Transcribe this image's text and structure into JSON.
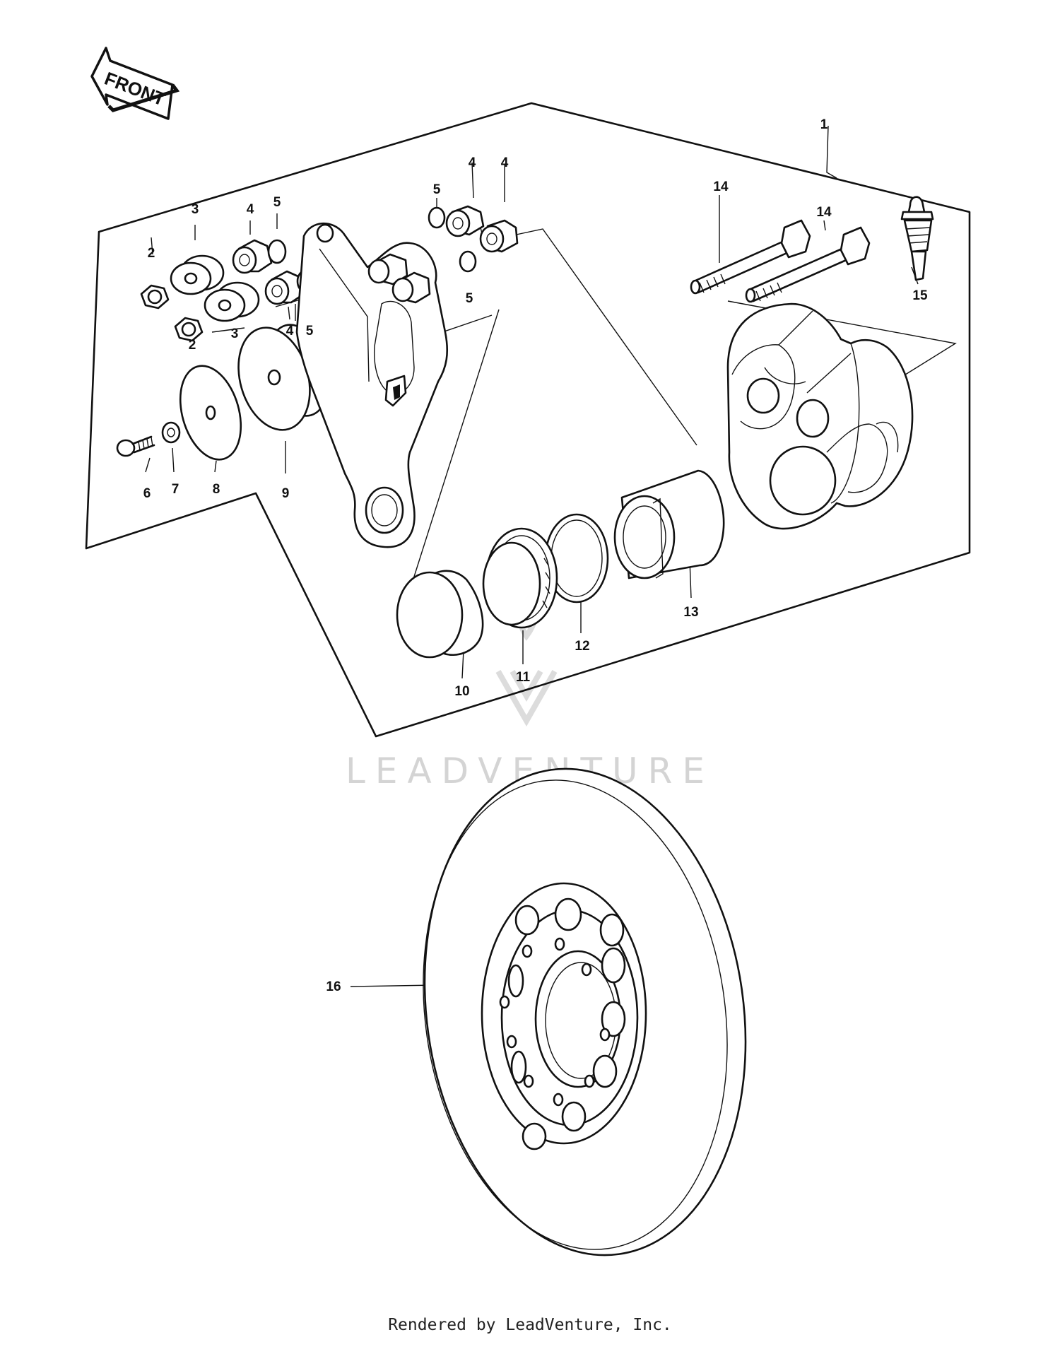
{
  "arrow": {
    "text": "FRONT"
  },
  "watermark": {
    "text": "LEADVENTURE"
  },
  "footer": {
    "credit": "Rendered by LeadVenture, Inc."
  },
  "callouts": {
    "c1": "1",
    "c2a": "2",
    "c2b": "2",
    "c3a": "3",
    "c3b": "3",
    "c4a": "4",
    "c4b": "4",
    "c4c": "4",
    "c4d": "4",
    "c5a": "5",
    "c5b": "5",
    "c5c": "5",
    "c5d": "5",
    "c6": "6",
    "c7": "7",
    "c8": "8",
    "c9": "9",
    "c10": "10",
    "c11": "11",
    "c12": "12",
    "c13": "13",
    "c14a": "14",
    "c14b": "14",
    "c15": "15",
    "c16": "16"
  }
}
